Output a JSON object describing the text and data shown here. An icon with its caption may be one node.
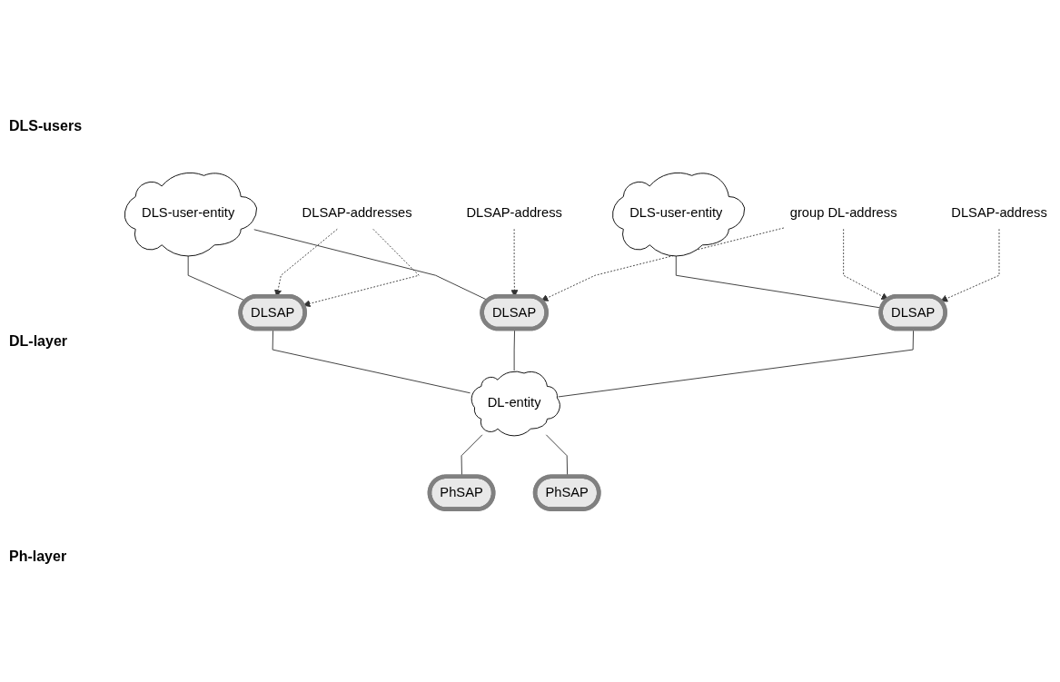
{
  "diagram": {
    "nodes": [
      {
        "text": [
          "DLS-user-entity"
        ]
      },
      {
        "text": [
          "DLS-user-entity"
        ]
      },
      {
        "text": [
          "DLSAP"
        ]
      },
      {
        "text": [
          "DLSAP"
        ]
      },
      {
        "text": [
          "DLSAP"
        ]
      },
      {
        "text": [
          "DLSAP-addresses"
        ]
      },
      {
        "text": [
          "DLSAP-address"
        ]
      },
      {
        "text": [
          "group DL-address"
        ]
      },
      {
        "text": [
          "DLSAP-address"
        ]
      },
      {
        "text": [
          "DL-entity"
        ]
      },
      {
        "text": [
          "PhSAP"
        ]
      },
      {
        "text": [
          "PhSAP"
        ]
      }
    ],
    "edges": [
      {
        "from": 0,
        "to": 2,
        "arrow": "none"
      },
      {
        "from": 0,
        "to": 3,
        "arrow": "none"
      },
      {
        "from": 1,
        "to": 4,
        "arrow": "none"
      },
      {
        "from": 5,
        "to": 2,
        "arrow": "to",
        "style": "dashed"
      },
      {
        "from": 5,
        "to": 2,
        "arrow": "to",
        "style": "dashed"
      },
      {
        "from": 6,
        "to": 3,
        "arrow": "to",
        "style": "dashed"
      },
      {
        "from": 7,
        "to": 3,
        "arrow": "to",
        "style": "dashed"
      },
      {
        "from": 7,
        "to": 4,
        "arrow": "to",
        "style": "dashed"
      },
      {
        "from": 8,
        "to": 4,
        "arrow": "to",
        "style": "dashed"
      },
      {
        "from": 2,
        "to": 9,
        "arrow": "none"
      },
      {
        "from": 3,
        "to": 9,
        "arrow": "none"
      },
      {
        "from": 4,
        "to": 9,
        "arrow": "none"
      },
      {
        "from": 9,
        "to": 10,
        "arrow": "none"
      },
      {
        "from": 9,
        "to": 11,
        "arrow": "none"
      }
    ],
    "labels": [
      "DLS-users",
      "DL-layer",
      "Ph-layer"
    ]
  }
}
